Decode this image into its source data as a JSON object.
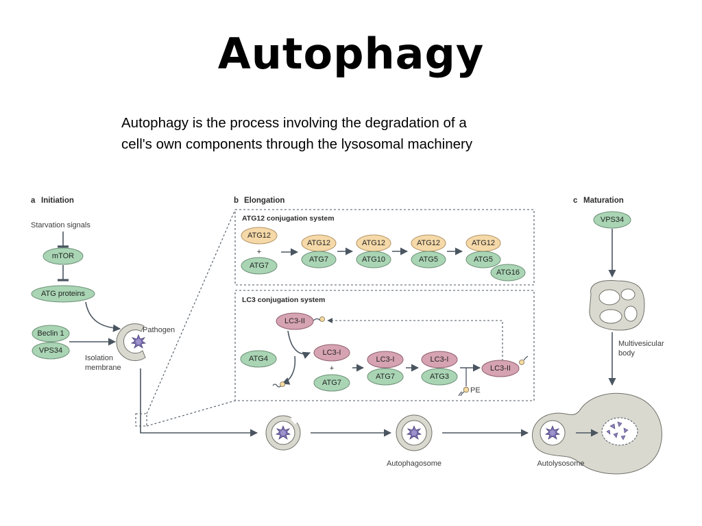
{
  "title": "Autophagy",
  "subtitle_lines": [
    "Autophagy is the  process involving the degradation of a",
    "cell's own components through the lysosomal machinery"
  ],
  "panels": {
    "a": {
      "letter": "a",
      "title": "Initiation"
    },
    "b": {
      "letter": "b",
      "title": "Elongation"
    },
    "c": {
      "letter": "c",
      "title": "Maturation"
    }
  },
  "initiation": {
    "starvation": "Starvation signals",
    "mtor": "mTOR",
    "atg_proteins": "ATG proteins",
    "beclin": "Beclin 1",
    "vps34": "VPS34",
    "pathogen": "Pathogen",
    "isolation_1": "Isolation",
    "isolation_2": "membrane"
  },
  "atg12_system": {
    "title": "ATG12 conjugation system",
    "atg12": "ATG12",
    "plus": "+",
    "atg7": "ATG7",
    "atg10": "ATG10",
    "atg5": "ATG5",
    "atg16": "ATG16"
  },
  "lc3_system": {
    "title": "LC3 conjugation system",
    "lc3_ii": "LC3-II",
    "lc3_i": "LC3-I",
    "atg4": "ATG4",
    "atg7": "ATG7",
    "atg3": "ATG3",
    "plus": "+",
    "pe": "PE"
  },
  "maturation": {
    "vps34": "VPS34",
    "mvb_1": "Multivesicular",
    "mvb_2": "body",
    "autophagosome": "Autophagosome",
    "autolysosome": "Autolysosome"
  },
  "colors": {
    "green_node": "#a9d5b4",
    "orange_node": "#f5d9a8",
    "pink_node": "#d6a3b2",
    "membrane": "#d9d9d0",
    "pathogen": "#7b6fb0"
  }
}
